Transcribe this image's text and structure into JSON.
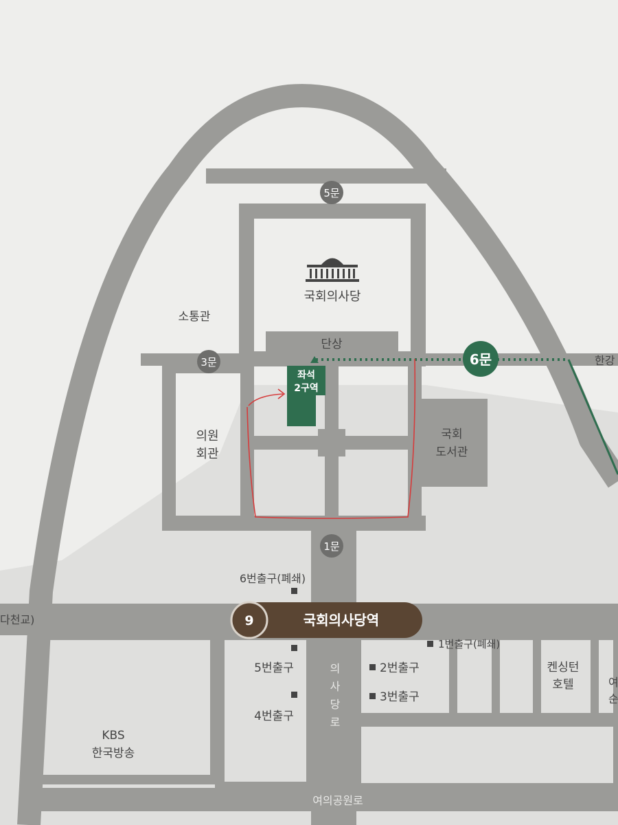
{
  "colors": {
    "paper": "#eeeeec",
    "shadow": "#c9c9c6",
    "road": "#9b9b98",
    "gate": "#6e6e6c",
    "label": "#444444",
    "accent_green": "#2f6e4f",
    "station_brown": "#5a4533",
    "route_red": "#d63b3b"
  },
  "gates": {
    "gate5": "5문",
    "gate3": "3문",
    "gate6": "6문",
    "gate1": "1문"
  },
  "buildings": {
    "assembly": "국회의사당",
    "sotong": "소통관",
    "podium": "단상",
    "members_hall": [
      "의원",
      "회관"
    ],
    "library": [
      "국회",
      "도서관"
    ],
    "kbs": [
      "KBS",
      "한국방송"
    ],
    "kensington": [
      "켄싱턴",
      "호텔"
    ],
    "right_edge_cut": [
      "여",
      "순"
    ]
  },
  "seat_zone": [
    "좌석",
    "2구역"
  ],
  "station": {
    "line": "9",
    "name": "국회의사당역"
  },
  "exits": {
    "exit6": "6번출구(폐쇄)",
    "exit5": "5번출구",
    "exit4": "4번출구",
    "exit1": "1번출구(폐쇄)",
    "exit2": "2번출구",
    "exit3": "3번출구"
  },
  "roads": {
    "uisadang_ro": [
      "의",
      "사",
      "당",
      "로"
    ],
    "yeouigongwon_ro": "여의공원로",
    "left_bridge_cut": "다천교)",
    "hangang_cut": "한강"
  }
}
